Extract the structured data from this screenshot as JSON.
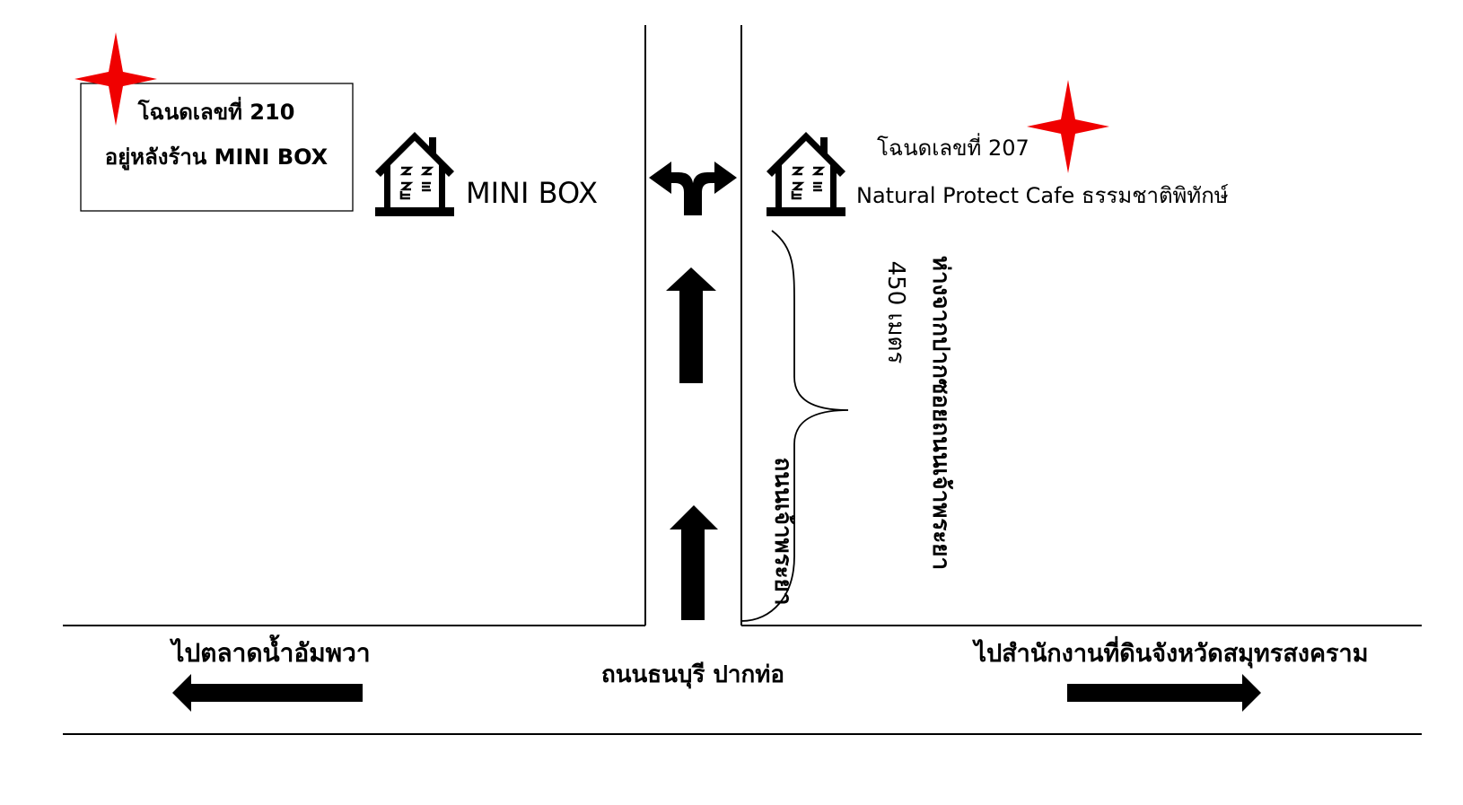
{
  "colors": {
    "marker": "#f00000",
    "ink": "#000000",
    "background": "#ffffff"
  },
  "icons": {
    "marker": "four-point-star-icon",
    "shop": "house-icon",
    "arrow": "arrow-icon",
    "junction": "t-junction-icon",
    "brace": "curly-brace-icon"
  },
  "note_box": {
    "line1": "โฉนดเลขที่ 210",
    "line2": "อยู่หลังร้าน MINI BOX"
  },
  "landmarks": {
    "minibox": "MINI BOX",
    "plot_207": "โฉนดเลขที่ 207",
    "cafe": "Natural Protect Cafe ธรรมชาติพิทักษ์"
  },
  "side_road": {
    "name": "ถนนเจ้าพระยา",
    "distance_from_entrance": "ห่างจากปากซอยถนนเจ้าพระยา",
    "distance": "450 เมตร"
  },
  "main_road": {
    "name": "ถนนธนบุรี ปากท่อ",
    "to_left": "ไปตลาดน้ำอัมพวา",
    "to_right": "ไปสำนักงานที่ดินจังหวัดสมุทรสงคราม"
  }
}
